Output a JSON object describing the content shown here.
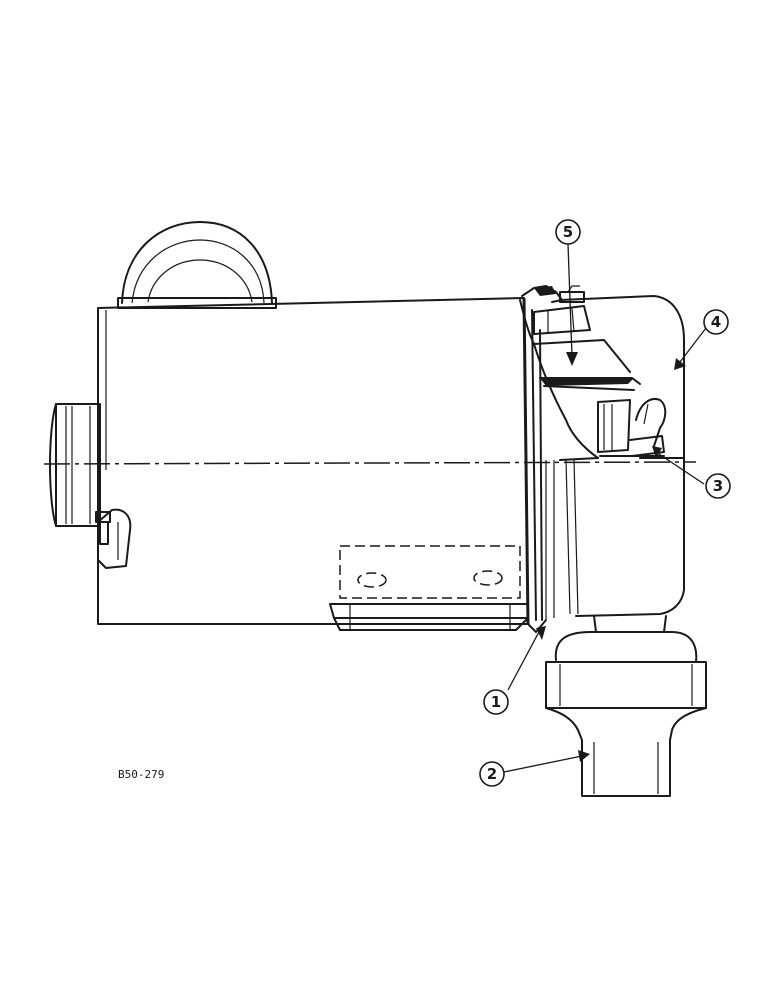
{
  "figure": {
    "drawing_code": "B50-279",
    "callouts": [
      {
        "id": "1",
        "label": "1"
      },
      {
        "id": "2",
        "label": "2"
      },
      {
        "id": "3",
        "label": "3"
      },
      {
        "id": "4",
        "label": "4"
      },
      {
        "id": "5",
        "label": "5"
      }
    ]
  }
}
